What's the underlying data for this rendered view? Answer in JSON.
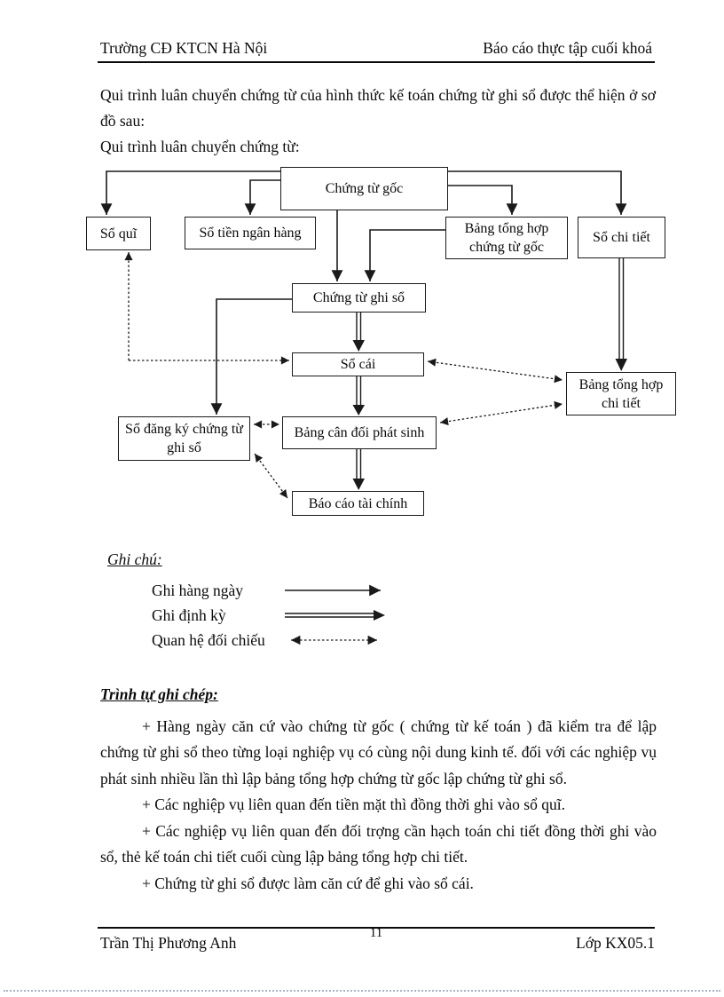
{
  "header": {
    "left": "Trường CĐ KTCN Hà Nội",
    "right": "Báo cáo thực tập cuối khoá"
  },
  "intro": {
    "paragraph1": "Qui trình luân chuyển chứng từ của hình thức kế toán chứng từ ghi sổ được thể hiện ở sơ đồ sau:",
    "paragraph2": "Qui trình luân chuyển chứng từ:"
  },
  "diagram": {
    "boxes": {
      "chung_tu_goc": "Chứng từ gốc",
      "so_qui": "Sổ quĩ",
      "so_tien_ngan_hang": "Sổ tiền ngân hàng",
      "bang_tong_hop_chung_tu_goc": "Bảng tổng hợp chứng từ gốc",
      "so_chi_tiet": "Sổ chi tiết",
      "chung_tu_ghi_so": "Chứng từ ghi sổ",
      "so_cai": "Sổ cái",
      "bang_tong_hop_chi_tiet": "Bảng tổng hợp chi tiết",
      "so_dang_ky_chung_tu_ghi_so": "Sổ đăng ký chứng từ ghi sổ",
      "bang_can_doi_phat_sinh": "Bảng cân đối phát sinh",
      "bao_cao_tai_chinh": "Báo cáo tài chính"
    }
  },
  "legend": {
    "title": "Ghi chú:",
    "items": [
      {
        "label": "Ghi hàng ngày",
        "style": "solid-arrow"
      },
      {
        "label": "Ghi định kỳ",
        "style": "double-arrow"
      },
      {
        "label": "Quan hệ đối chiếu",
        "style": "dotted-double-arrow"
      }
    ]
  },
  "body": {
    "heading": "Trình tự ghi chép:",
    "paragraphs": [
      "+ Hàng ngày căn cứ vào chứng từ gốc ( chứng từ kế toán ) đã kiểm tra để lập chứng từ ghi sổ theo từng loại nghiệp vụ có cùng nội dung kinh tế. đối với các nghiệp vụ phát sinh nhiều lần thì lập bảng tổng hợp chứng từ gốc lập chứng từ ghi sổ.",
      "+ Các nghiệp vụ liên quan đến tiền mặt thì đồng thời ghi vào sổ quĩ.",
      "+ Các nghiệp vụ liên quan đến đối trợng cần hạch toán chi tiết đồng thời ghi vào sổ, thẻ kế toán chi tiết cuối cùng lập bảng tổng hợp chi tiết.",
      "+ Chứng từ ghi sổ được làm căn cứ để ghi vào sổ cái."
    ]
  },
  "footer": {
    "left": "Trần Thị Phương Anh",
    "page_number": "11",
    "right": "Lớp KX05.1"
  },
  "colors": {
    "ink": "#0a0a0a",
    "line": "#1a1a1a",
    "paper": "#ffffff"
  }
}
